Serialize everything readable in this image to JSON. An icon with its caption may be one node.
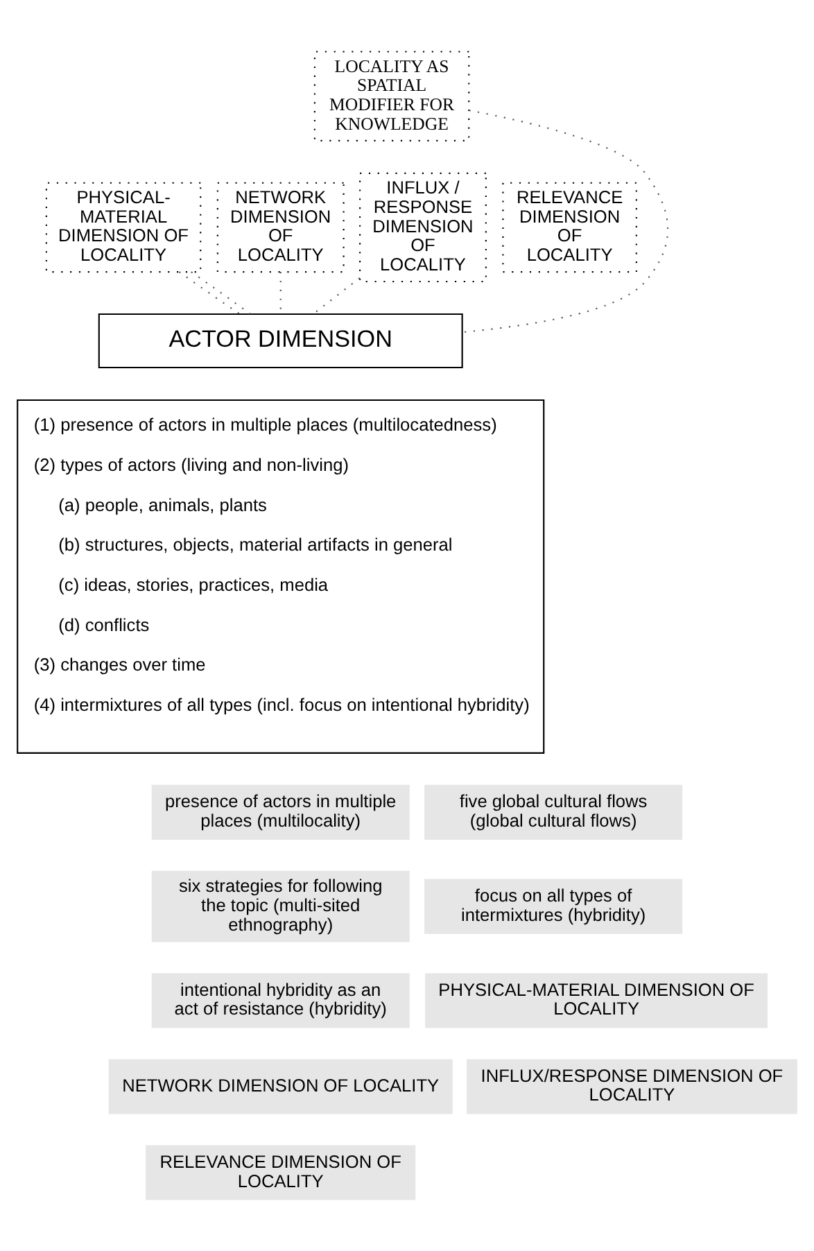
{
  "diagram": {
    "nodes": [
      {
        "text": [
          "LOCALITY AS SPATIAL MODIFIER FOR KNOWLEDGE"
        ]
      },
      {
        "text": [
          "PHYSICAL-MATERIAL DIMENSION OF LOCALITY"
        ]
      },
      {
        "text": [
          "NETWORK DIMENSION OF LOCALITY"
        ]
      },
      {
        "text": [
          "INFLUX / RESPONSE DIMENSION OF LOCALITY"
        ]
      },
      {
        "text": [
          "RELEVANCE DIMENSION OF LOCALITY"
        ]
      },
      {
        "text": [
          "ACTOR DIMENSION"
        ]
      },
      {
        "text": [
          "(1) presence of actors in multiple places (multilocatedness)",
          "(2) types of actors (living and non-living)",
          "(a) people, animals, plants",
          "(b) structures, objects, material artifacts in general",
          "(c) ideas, stories, practices, media",
          "(d) conflicts",
          "(3) changes over time",
          "(4) intermixtures of all types (incl. focus on intentional hybridity)"
        ]
      },
      {
        "text": [
          "presence of actors in multiple places (multilocality)"
        ]
      },
      {
        "text": [
          "five global cultural flows (global cultural flows)"
        ]
      },
      {
        "text": [
          "six strategies for following the topic (multi-sited ethnography)"
        ]
      },
      {
        "text": [
          "focus on all types of intermixtures (hybridity)"
        ]
      },
      {
        "text": [
          "intentional hybridity as an act of resistance (hybridity)"
        ]
      },
      {
        "text": [
          "PHYSICAL-MATERIAL DIMENSION OF LOCALITY"
        ]
      },
      {
        "text": [
          "NETWORK DIMENSION OF LOCALITY"
        ]
      },
      {
        "text": [
          "INFLUX/RESPONSE DIMENSION OF LOCALITY"
        ]
      },
      {
        "text": [
          "RELEVANCE DIMENSION OF LOCALITY"
        ]
      }
    ],
    "edges": [
      {
        "from": 0,
        "to": 5,
        "arrow": "none"
      },
      {
        "from": 1,
        "to": 5,
        "arrow": "none"
      },
      {
        "from": 1,
        "to": 5,
        "arrow": "none"
      },
      {
        "from": 2,
        "to": 5,
        "arrow": "none"
      },
      {
        "from": 3,
        "to": 5,
        "arrow": "none"
      }
    ]
  }
}
